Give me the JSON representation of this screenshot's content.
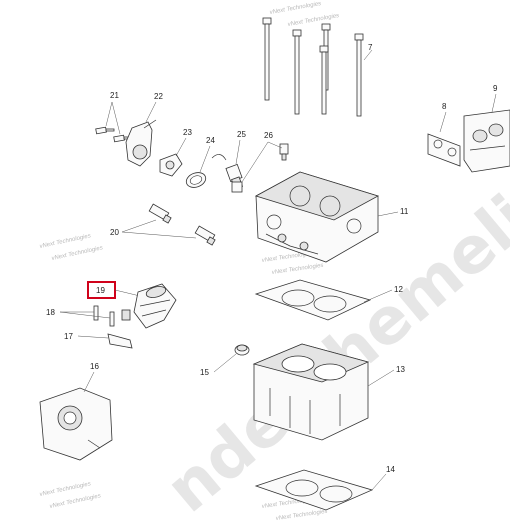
{
  "watermarks": {
    "brand": "vNext Technologies",
    "large": "ndexthemelines"
  },
  "highlight": {
    "color": "#d0021b",
    "label": "19"
  },
  "callouts": [
    {
      "id": "7",
      "text": "7"
    },
    {
      "id": "8",
      "text": "8"
    },
    {
      "id": "9",
      "text": "9"
    },
    {
      "id": "11",
      "text": "11"
    },
    {
      "id": "12",
      "text": "12"
    },
    {
      "id": "13",
      "text": "13"
    },
    {
      "id": "14",
      "text": "14"
    },
    {
      "id": "15",
      "text": "15"
    },
    {
      "id": "16",
      "text": "16"
    },
    {
      "id": "17",
      "text": "17"
    },
    {
      "id": "18",
      "text": "18"
    },
    {
      "id": "20",
      "text": "20"
    },
    {
      "id": "21",
      "text": "21"
    },
    {
      "id": "22",
      "text": "22"
    },
    {
      "id": "23",
      "text": "23"
    },
    {
      "id": "24",
      "text": "24"
    },
    {
      "id": "25",
      "text": "25"
    },
    {
      "id": "26",
      "text": "26"
    }
  ]
}
